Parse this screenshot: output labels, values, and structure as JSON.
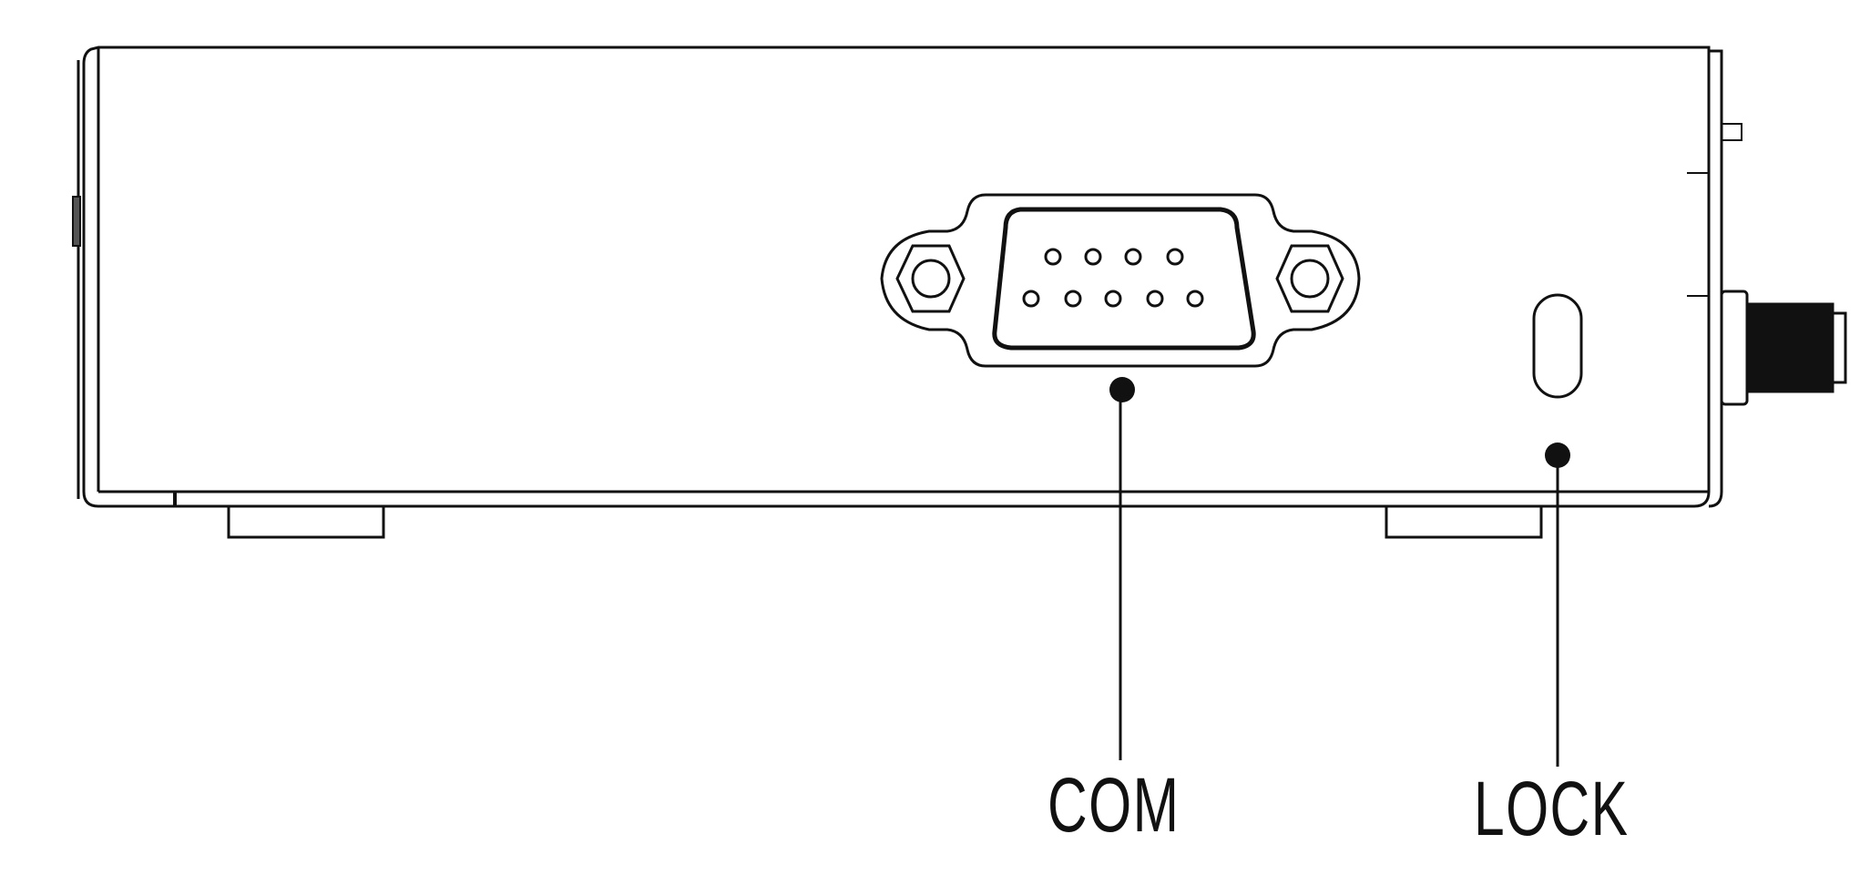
{
  "diagram": {
    "type": "device-side-view-line-drawing",
    "stroke_color": "#111111",
    "background": "#ffffff",
    "components": [
      {
        "id": "com-port",
        "label": "COM",
        "kind": "DB9 serial connector",
        "pins_top_row": 4,
        "pins_bottom_row": 5
      },
      {
        "id": "lock-slot",
        "label": "LOCK",
        "kind": "security lock slot"
      },
      {
        "id": "antenna-connector",
        "label": "",
        "kind": "SMA antenna connector"
      }
    ],
    "feet_count": 2
  },
  "labels": {
    "com": "COM",
    "lock": "LOCK"
  }
}
